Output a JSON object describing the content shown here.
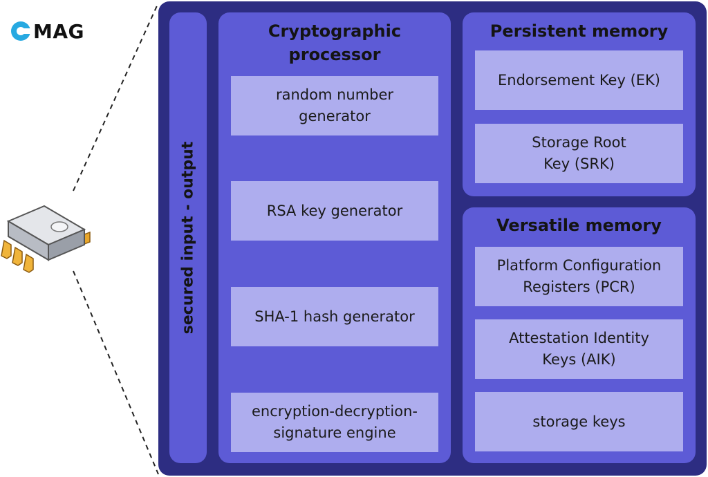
{
  "brand": {
    "logo_text": "MAG",
    "accent": "#27a9e1"
  },
  "colors": {
    "outer": "#2d2d82",
    "panel": "#5d5bd6",
    "box": "#aeadee"
  },
  "io": {
    "label": "secured input - output"
  },
  "crypto": {
    "title_line1": "Cryptographic",
    "title_line2": "processor",
    "items": [
      {
        "line1": "random number",
        "line2": "generator"
      },
      {
        "line1": "RSA key generator",
        "line2": ""
      },
      {
        "line1": "SHA-1 hash generator",
        "line2": ""
      },
      {
        "line1": "encryption-decryption-",
        "line2": "signature engine"
      }
    ]
  },
  "persistent": {
    "title": "Persistent memory",
    "items": [
      {
        "line1": "Endorsement Key (EK)",
        "line2": ""
      },
      {
        "line1": "Storage Root",
        "line2": "Key (SRK)"
      }
    ]
  },
  "versatile": {
    "title": "Versatile memory",
    "items": [
      {
        "line1": "Platform Configuration",
        "line2": "Registers (PCR)"
      },
      {
        "line1": "Attestation Identity",
        "line2": "Keys (AIK)"
      },
      {
        "line1": "storage keys",
        "line2": ""
      }
    ]
  }
}
